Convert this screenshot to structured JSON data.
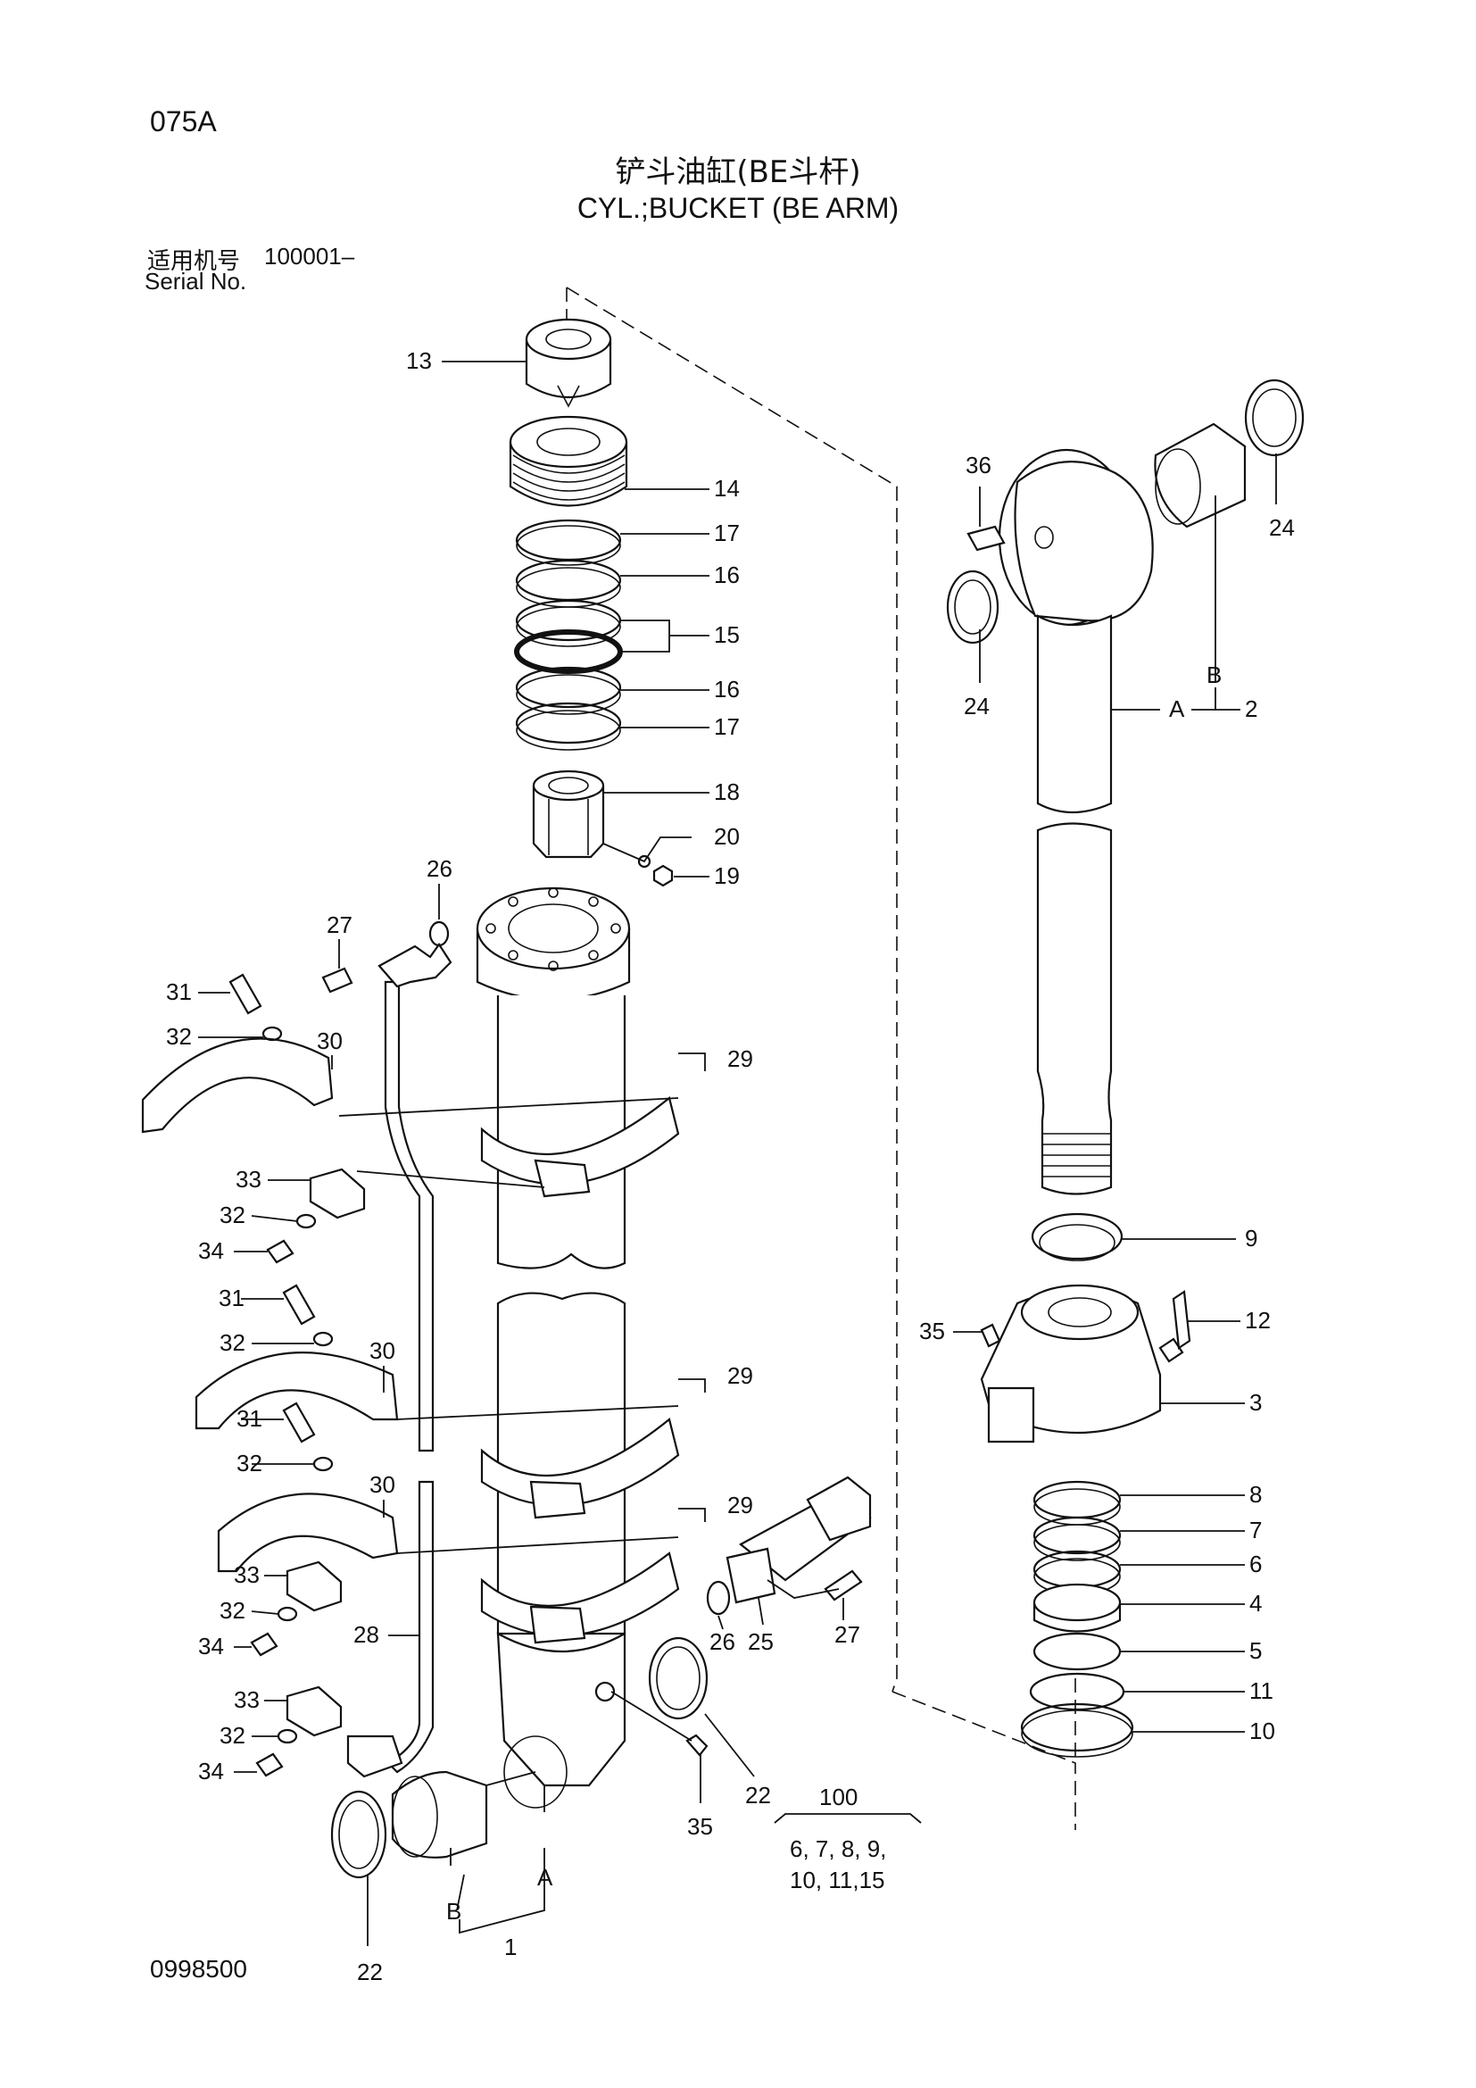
{
  "header": {
    "page_code": "075A",
    "title_zh": "铲斗油缸(BE斗杆)",
    "title_en": "CYL.;BUCKET (BE ARM)",
    "serial_label_zh": "适用机号",
    "serial_value": "100001–",
    "serial_label_en": "Serial No."
  },
  "footer": {
    "drawing_number": "0998500"
  },
  "callouts": {
    "c13": "13",
    "c14": "14",
    "c17a": "17",
    "c16a": "16",
    "c15": "15",
    "c16b": "16",
    "c17b": "17",
    "c18": "18",
    "c20": "20",
    "c19": "19",
    "c26a": "26",
    "c27a": "27",
    "c31a": "31",
    "c32a": "32",
    "c30a": "30",
    "c29a": "29",
    "c33a": "33",
    "c32b": "32",
    "c34a": "34",
    "c31b": "31",
    "c32c": "32",
    "c30b": "30",
    "c29b": "29",
    "c31c": "31",
    "c32d": "32",
    "c30c": "30",
    "c29c": "29",
    "c33b": "33",
    "c32e": "32",
    "c34b": "34",
    "c28": "28",
    "c33c": "33",
    "c32f": "32",
    "c34c": "34",
    "c22a": "22",
    "c22b": "22",
    "c35a": "35",
    "c26b": "26",
    "c25": "25",
    "c27b": "27",
    "c36": "36",
    "c24a": "24",
    "c24b": "24",
    "c2": "2",
    "c9": "9",
    "c35b": "35",
    "c12": "12",
    "c3": "3",
    "c8": "8",
    "c7": "7",
    "c6": "6",
    "c4": "4",
    "c5": "5",
    "c11": "11",
    "c10": "10",
    "c1": "1",
    "marker_a1": "A",
    "marker_b1": "B",
    "marker_a2": "A",
    "marker_b2": "B"
  },
  "kit": {
    "number": "100",
    "contents_line1": "6, 7, 8, 9,",
    "contents_line2": "10, 11,15"
  }
}
